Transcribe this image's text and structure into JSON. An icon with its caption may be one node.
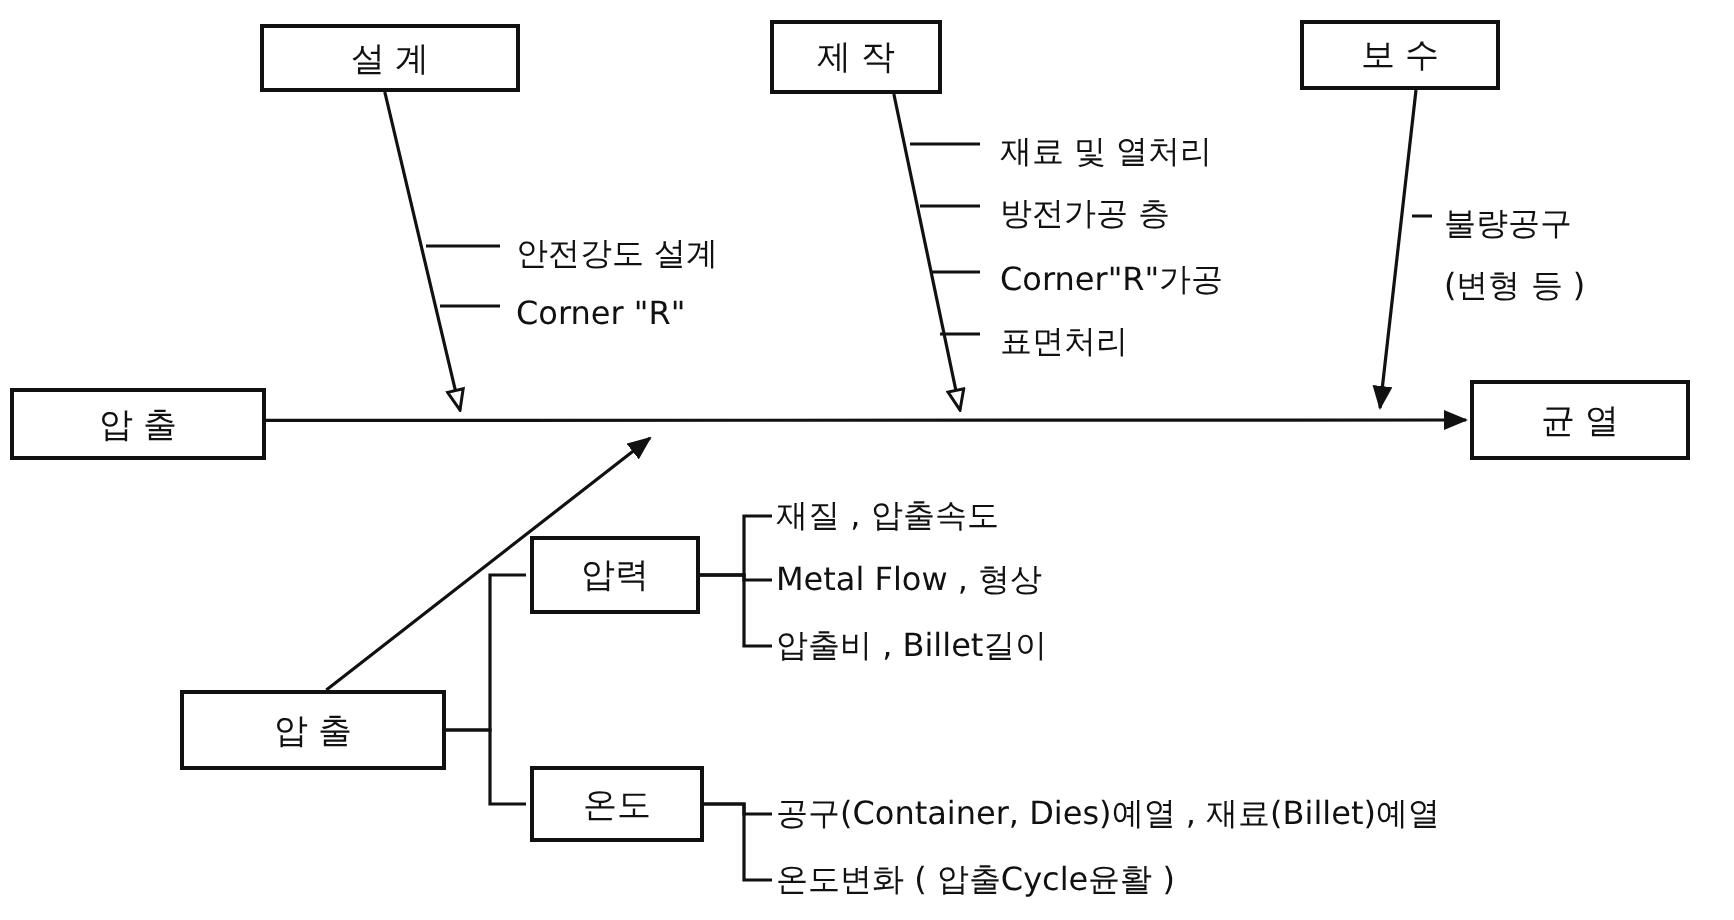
{
  "diagram": {
    "nodes": [
      {
        "text": [
          "설 계"
        ],
        "beside": [
          "안전강도 설계",
          "Corner \"R\""
        ]
      },
      {
        "text": [
          "제 작"
        ],
        "beside": [
          "재료 및 열처리",
          "방전가공 층",
          "Corner\"R\"가공",
          "표면처리"
        ]
      },
      {
        "text": [
          "보 수"
        ],
        "beside": [
          "불량공구 (변형 등 )"
        ]
      },
      {
        "text": [
          "압 출"
        ]
      },
      {
        "text": [
          "균 열"
        ]
      },
      {
        "text": [
          "압 출"
        ]
      },
      {
        "text": [
          "압력"
        ]
      },
      {
        "text": [
          "온도"
        ]
      },
      {
        "text": [
          "재질 , 압출속도"
        ]
      },
      {
        "text": [
          "Metal Flow , 형상"
        ]
      },
      {
        "text": [
          "압출비 , Billet길이"
        ]
      },
      {
        "text": [
          "공구(Container, Dies)예열 , 재료(Billet)예열"
        ]
      },
      {
        "text": [
          "온도변화 ( 압출Cycle윤활 )"
        ]
      }
    ],
    "edges": [
      {
        "from": 3,
        "to": 4,
        "arrow": "to"
      },
      {
        "from": 0,
        "to": null,
        "arrow": "to"
      },
      {
        "from": 1,
        "to": null,
        "arrow": "to"
      },
      {
        "from": 2,
        "to": null,
        "arrow": "to"
      },
      {
        "from": 5,
        "to": null,
        "arrow": "to"
      },
      {
        "from": 5,
        "to": 6,
        "arrow": "none"
      },
      {
        "from": 5,
        "to": 7,
        "arrow": "none"
      },
      {
        "from": 6,
        "to": 8,
        "arrow": "none"
      },
      {
        "from": 6,
        "to": 9,
        "arrow": "none"
      },
      {
        "from": 6,
        "to": 10,
        "arrow": "none"
      },
      {
        "from": 7,
        "to": 11,
        "arrow": "none"
      },
      {
        "from": 7,
        "to": 12,
        "arrow": "none"
      }
    ]
  }
}
